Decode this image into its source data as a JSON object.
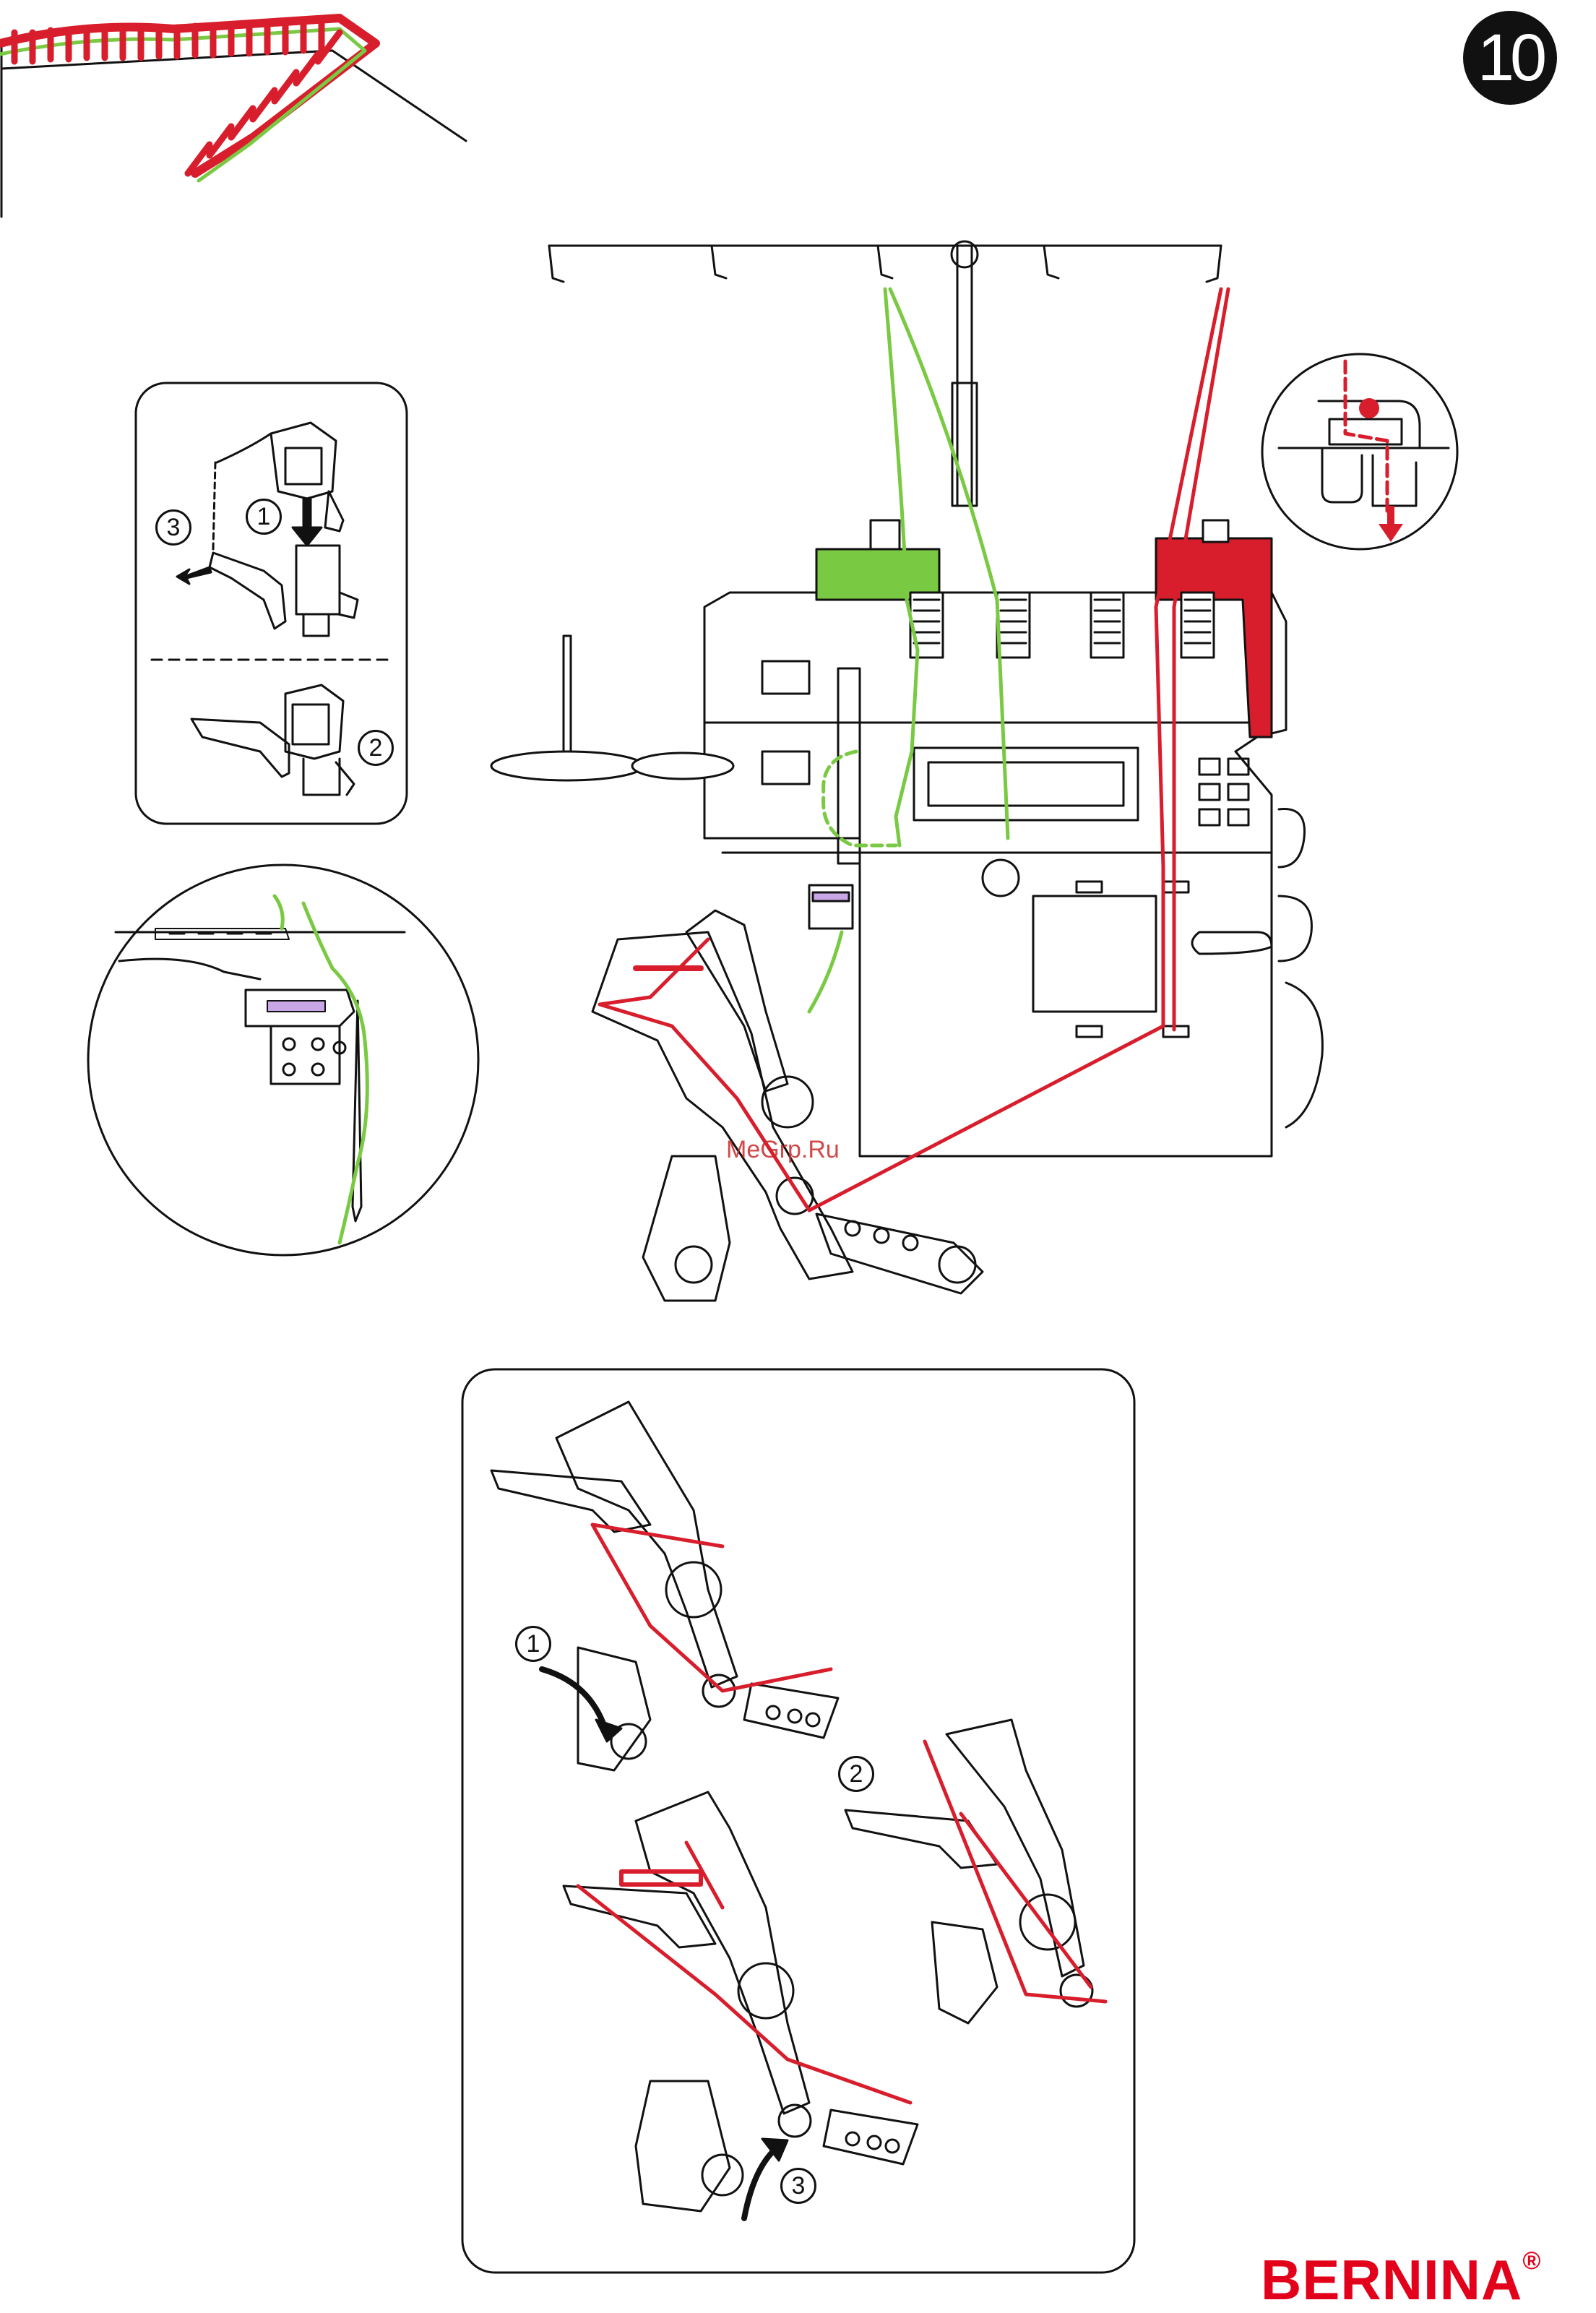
{
  "page": {
    "number": "10",
    "watermark": "MeGrp.Ru",
    "brand": "BERNINA",
    "brand_mark": "®"
  },
  "insets": {
    "presser_foot": {
      "steps": [
        "3",
        "1",
        "2"
      ]
    },
    "looper_sequence": {
      "steps": [
        "1",
        "2",
        "3"
      ]
    }
  },
  "colors": {
    "upper_looper_thread": "#d81e2c",
    "needle_thread": "#7ac943",
    "line_art": "#111111",
    "highlight_purple": "#c9a7e6"
  },
  "icons": [
    "arrow-down-icon",
    "arrow-left-icon",
    "curved-arrow-icon",
    "registered-icon"
  ]
}
